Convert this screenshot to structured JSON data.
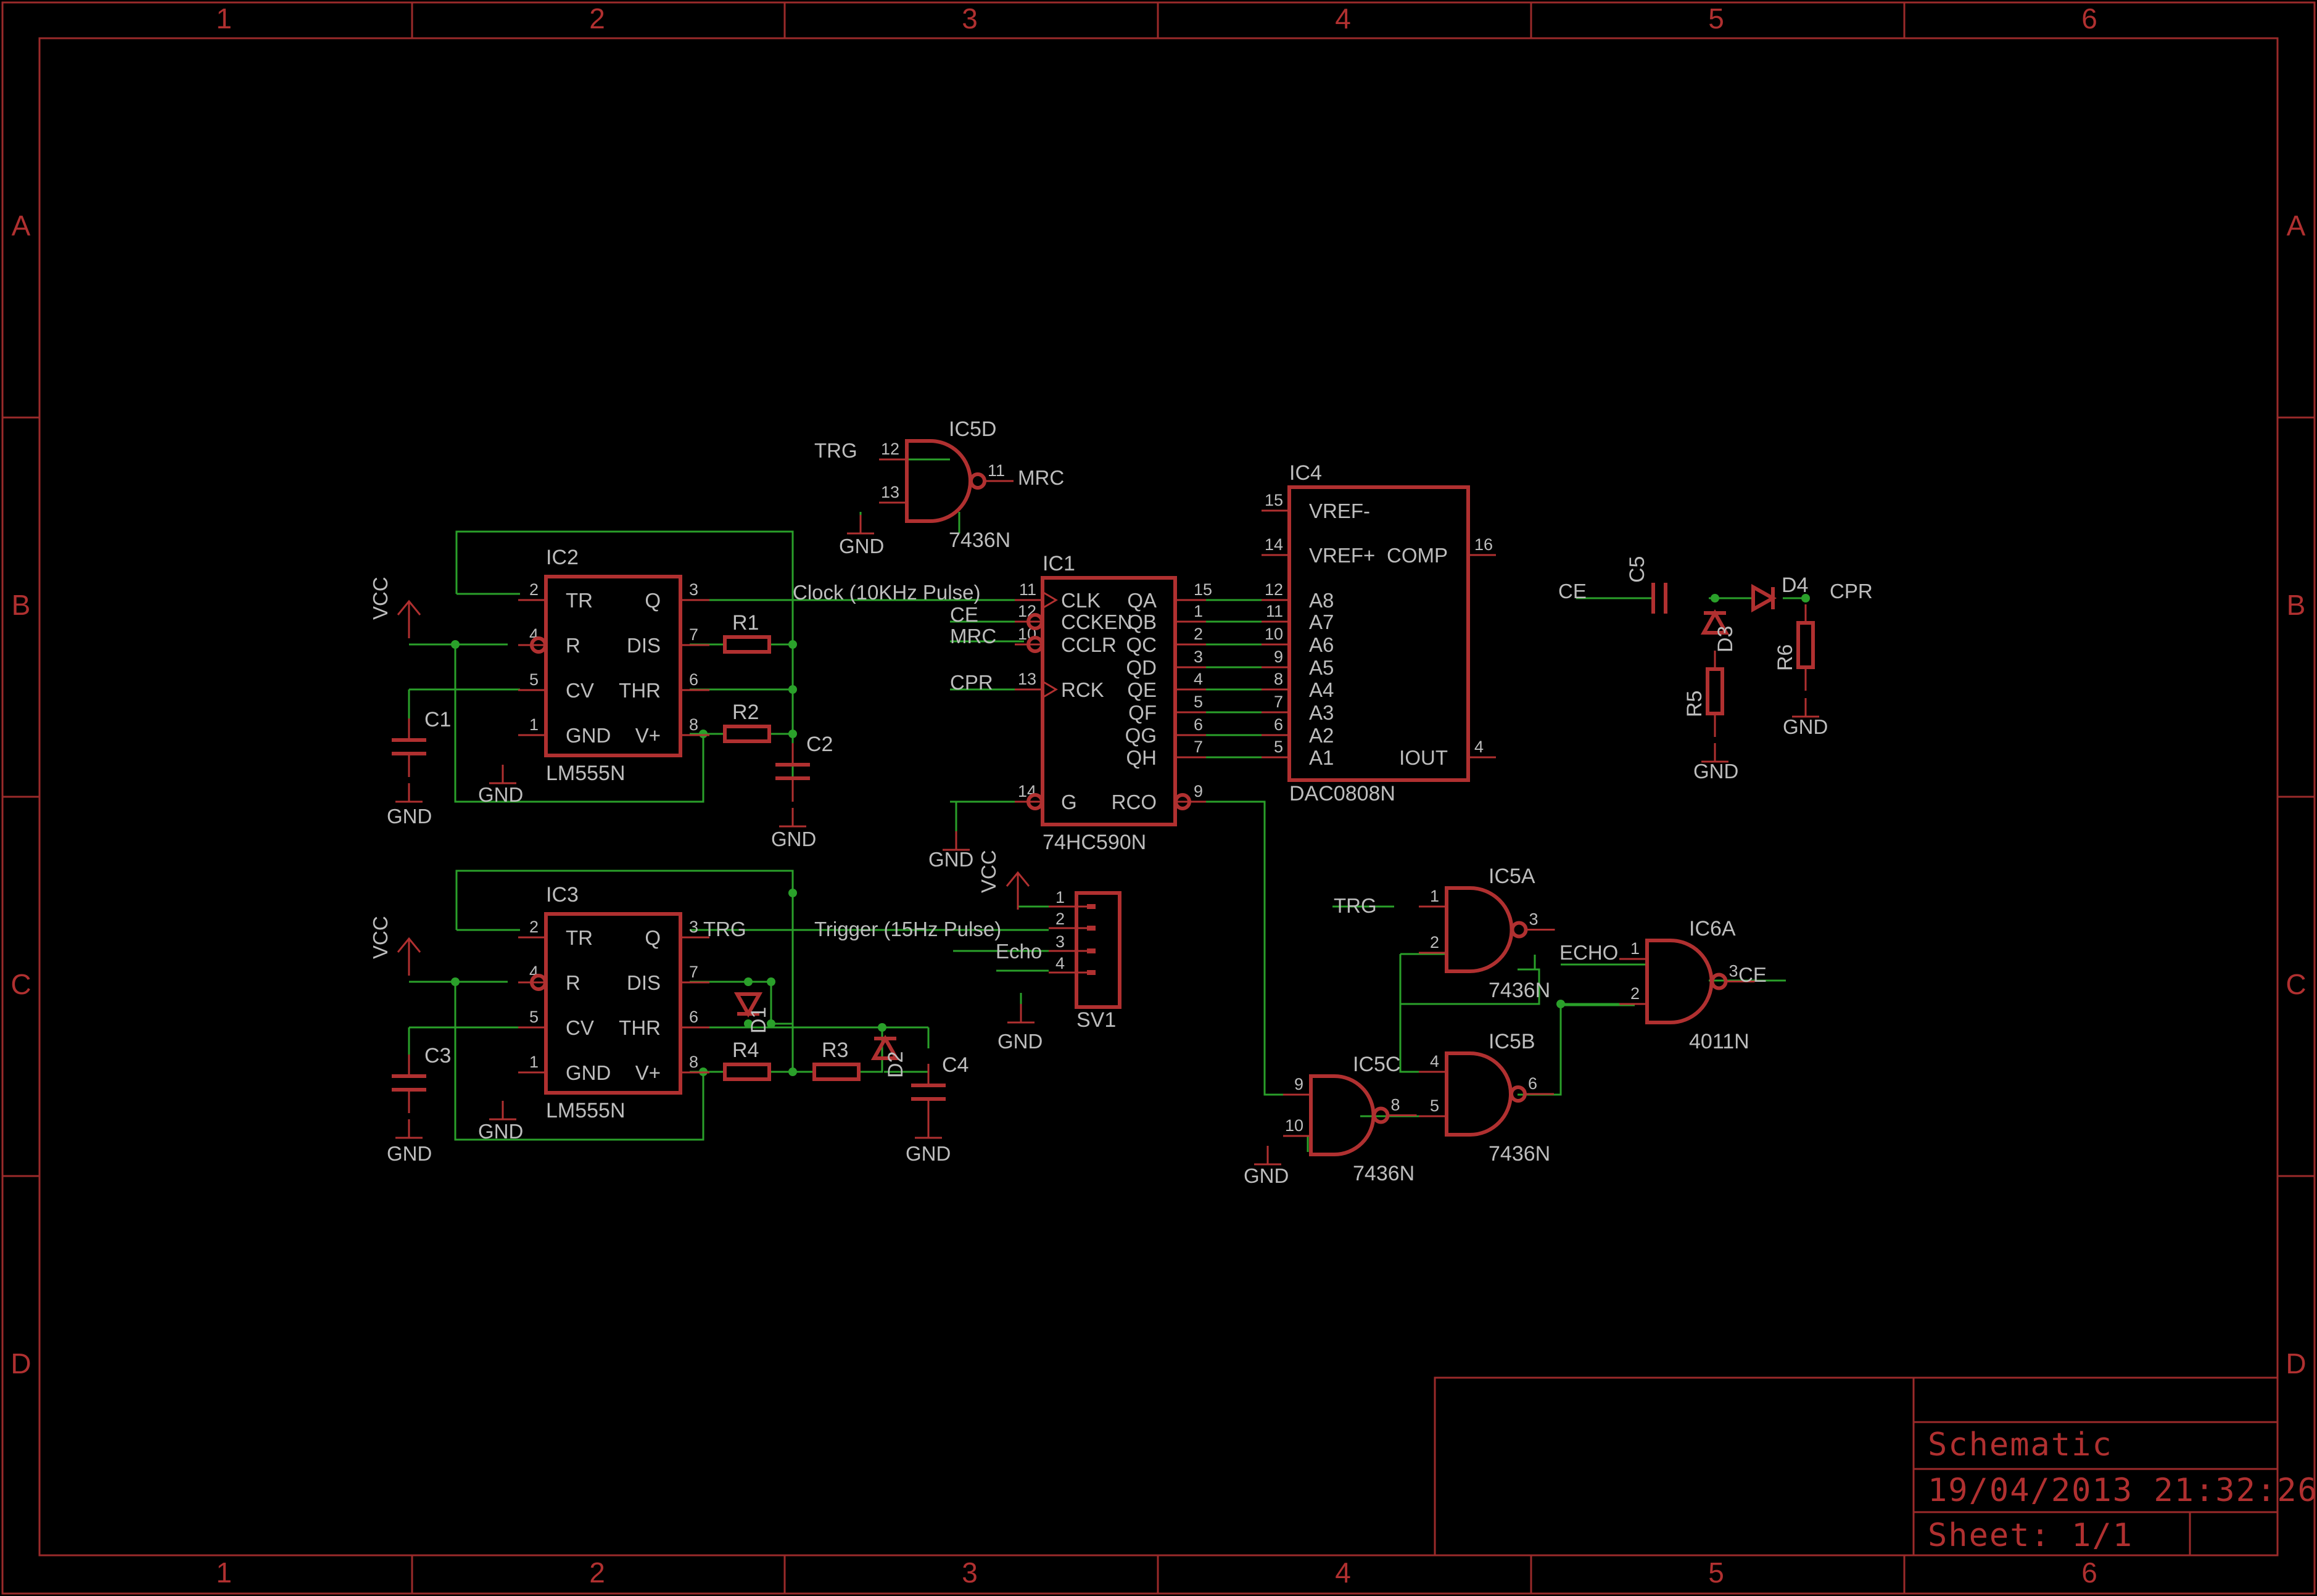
{
  "frame": {
    "columns": [
      "1",
      "2",
      "3",
      "4",
      "5",
      "6"
    ],
    "rows": [
      "A",
      "B",
      "C",
      "D"
    ]
  },
  "title_block": {
    "title": "Schematic",
    "datetime": "19/04/2013 21:32:26",
    "sheet": "Sheet: 1/1"
  },
  "parts": {
    "ic2": {
      "name": "IC2",
      "value": "LM555N",
      "pins": [
        "TR",
        "Q",
        "R",
        "DIS",
        "CV",
        "THR",
        "GND",
        "V+"
      ],
      "nums": [
        "2",
        "3",
        "4",
        "7",
        "5",
        "6",
        "1",
        "8"
      ]
    },
    "ic3": {
      "name": "IC3",
      "value": "LM555N",
      "pins": [
        "TR",
        "Q",
        "R",
        "DIS",
        "CV",
        "THR",
        "GND",
        "V+"
      ],
      "nums": [
        "2",
        "3",
        "4",
        "7",
        "5",
        "6",
        "1",
        "8"
      ]
    },
    "ic1": {
      "name": "IC1",
      "value": "74HC590N",
      "left_pins": [
        "CLK",
        "CCKEN",
        "CCLR",
        "RCK",
        "G"
      ],
      "left_nums": [
        "11",
        "12",
        "10",
        "13",
        "14"
      ],
      "right_pins": [
        "QA",
        "QB",
        "QC",
        "QD",
        "QE",
        "QF",
        "QG",
        "QH",
        "RCO"
      ],
      "right_nums": [
        "15",
        "1",
        "2",
        "3",
        "4",
        "5",
        "6",
        "7",
        "9"
      ]
    },
    "ic4": {
      "name": "IC4",
      "value": "DAC0808N",
      "pins": [
        "VREF-",
        "VREF+",
        "COMP",
        "A8",
        "A7",
        "A6",
        "A5",
        "A4",
        "A3",
        "A2",
        "A1",
        "IOUT"
      ],
      "left_nums": [
        "15",
        "14",
        "12",
        "11",
        "10",
        "9",
        "8",
        "7",
        "6",
        "5"
      ],
      "right_nums": [
        "16",
        "4"
      ]
    },
    "ic5d": {
      "name": "IC5D",
      "value": "7436N",
      "nums": [
        "12",
        "13",
        "11"
      ]
    },
    "ic5a": {
      "name": "IC5A",
      "value": "7436N",
      "nums": [
        "1",
        "2",
        "3"
      ]
    },
    "ic5b": {
      "name": "IC5B",
      "value": "7436N",
      "nums": [
        "4",
        "5",
        "6"
      ]
    },
    "ic5c": {
      "name": "IC5C",
      "value": "7436N",
      "nums": [
        "9",
        "10",
        "8"
      ]
    },
    "ic6a": {
      "name": "IC6A",
      "value": "4011N",
      "nums": [
        "1",
        "2",
        "3"
      ]
    },
    "sv1": {
      "name": "SV1",
      "nums": [
        "1",
        "2",
        "3",
        "4"
      ]
    },
    "passives": [
      "R1",
      "R2",
      "R3",
      "R4",
      "R5",
      "R6",
      "C1",
      "C2",
      "C3",
      "C4",
      "C5",
      "D1",
      "D2",
      "D3",
      "D4"
    ]
  },
  "nets": {
    "vcc": "VCC",
    "gnd": "GND",
    "trg": "TRG",
    "mrc": "MRC",
    "ce": "CE",
    "cpr": "CPR",
    "echo": "ECHO",
    "echo_sv": "Echo",
    "clock": "Clock (10KHz Pulse)",
    "trigger": "Trigger (15Hz Pulse)"
  }
}
